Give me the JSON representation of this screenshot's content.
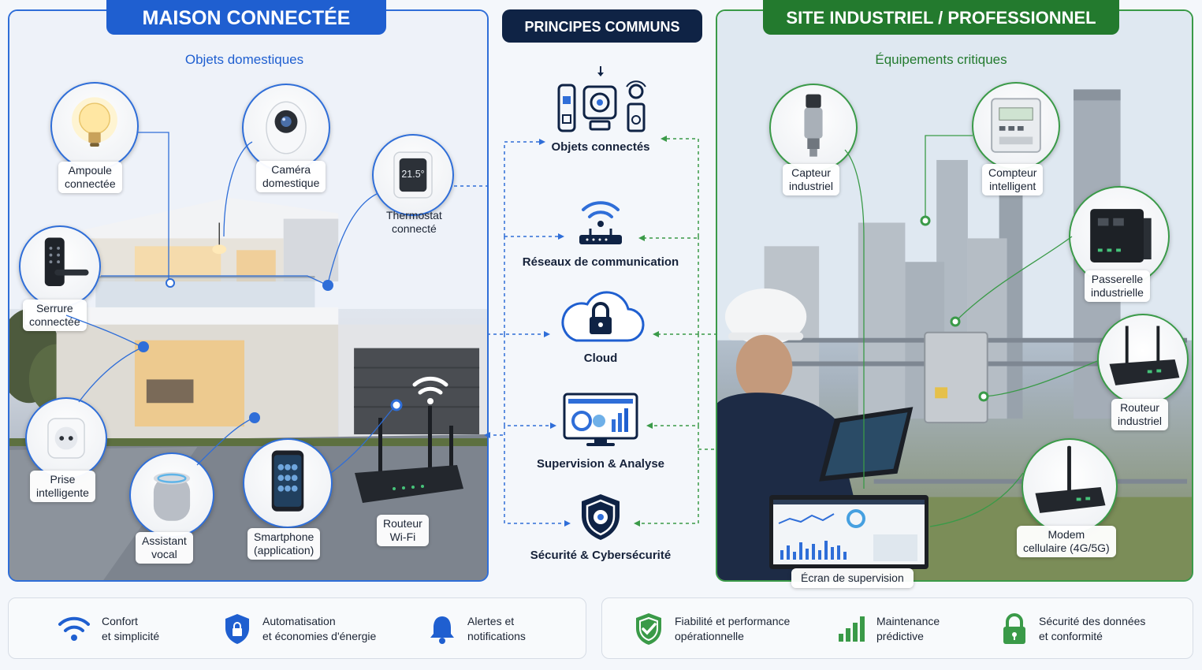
{
  "home": {
    "title": "MAISON CONNECTÉE",
    "subtitle": "Objets domestiques",
    "devices": [
      {
        "label": "Ampoule\nconnectée",
        "icon": "bulb-icon"
      },
      {
        "label": "Caméra\ndomestique",
        "icon": "camera-icon"
      },
      {
        "label": "Thermostat\nconnecté",
        "icon": "thermostat-icon",
        "display": "21.5°"
      },
      {
        "label": "Serrure\nconnectée",
        "icon": "smart-lock-icon"
      },
      {
        "label": "Prise\nintelligente",
        "icon": "smart-plug-icon"
      },
      {
        "label": "Assistant\nvocal",
        "icon": "voice-assistant-icon"
      },
      {
        "label": "Smartphone\n(application)",
        "icon": "smartphone-icon"
      },
      {
        "label": "Routeur\nWi-Fi",
        "icon": "wifi-router-icon"
      }
    ],
    "accent": "#1f5fd0"
  },
  "center": {
    "title": "PRINCIPES COMMUNS",
    "items": [
      {
        "label": "Objets connectés",
        "icon": "connected-objects-icon"
      },
      {
        "label": "Réseaux de communication",
        "icon": "network-router-icon"
      },
      {
        "label": "Cloud",
        "icon": "cloud-lock-icon"
      },
      {
        "label": "Supervision & Analyse",
        "icon": "monitor-analytics-icon"
      },
      {
        "label": "Sécurité & Cybersécurité",
        "icon": "shield-icon"
      }
    ],
    "accent": "#0f2345"
  },
  "industrial": {
    "title": "SITE INDUSTRIEL / PROFESSIONNEL",
    "subtitle": "Équipements critiques",
    "devices": [
      {
        "label": "Capteur\nindustriel",
        "icon": "pressure-sensor-icon"
      },
      {
        "label": "Compteur\nintelligent",
        "icon": "smart-meter-icon"
      },
      {
        "label": "Passerelle\nindustrielle",
        "icon": "gateway-icon"
      },
      {
        "label": "Routeur\nindustriel",
        "icon": "industrial-router-icon"
      },
      {
        "label": "Modem\ncellulaire (4G/5G)",
        "icon": "cellular-modem-icon"
      }
    ],
    "screen_label": "Écran de supervision",
    "accent": "#237a2e"
  },
  "footer": {
    "home_items": [
      {
        "label": "Confort\net simplicité",
        "icon": "wifi-icon"
      },
      {
        "label": "Automatisation\net économies d'énergie",
        "icon": "shield-home-icon"
      },
      {
        "label": "Alertes et\nnotifications",
        "icon": "bell-icon"
      }
    ],
    "industrial_items": [
      {
        "label": "Fiabilité et performance\nopérationnelle",
        "icon": "shield-check-icon"
      },
      {
        "label": "Maintenance\nprédictive",
        "icon": "bar-chart-icon"
      },
      {
        "label": "Sécurité des données\net conformité",
        "icon": "padlock-icon"
      }
    ]
  }
}
